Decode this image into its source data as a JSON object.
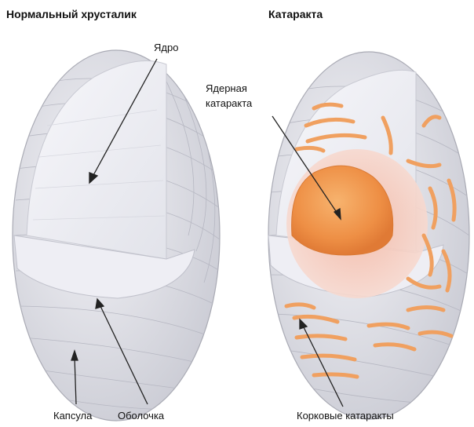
{
  "diagram": {
    "left_panel": {
      "title": "Нормальный хрусталик",
      "labels": {
        "nucleus": "Ядро",
        "capsule": "Капсула",
        "cortex": "Оболочка"
      }
    },
    "right_panel": {
      "title": "Катаракта",
      "labels": {
        "nuclear_line1": "Ядерная",
        "nuclear_line2": "катаракта",
        "cortical": "Корковые катаракты"
      }
    },
    "colors": {
      "lens_body": "#e4e4ea",
      "lens_fibers": "#b9bac4",
      "cut_face": "#f4f4f8",
      "nucleus_orange": "#f29a55",
      "opacity_orange": "#f0a060",
      "arrow": "#222222"
    }
  }
}
